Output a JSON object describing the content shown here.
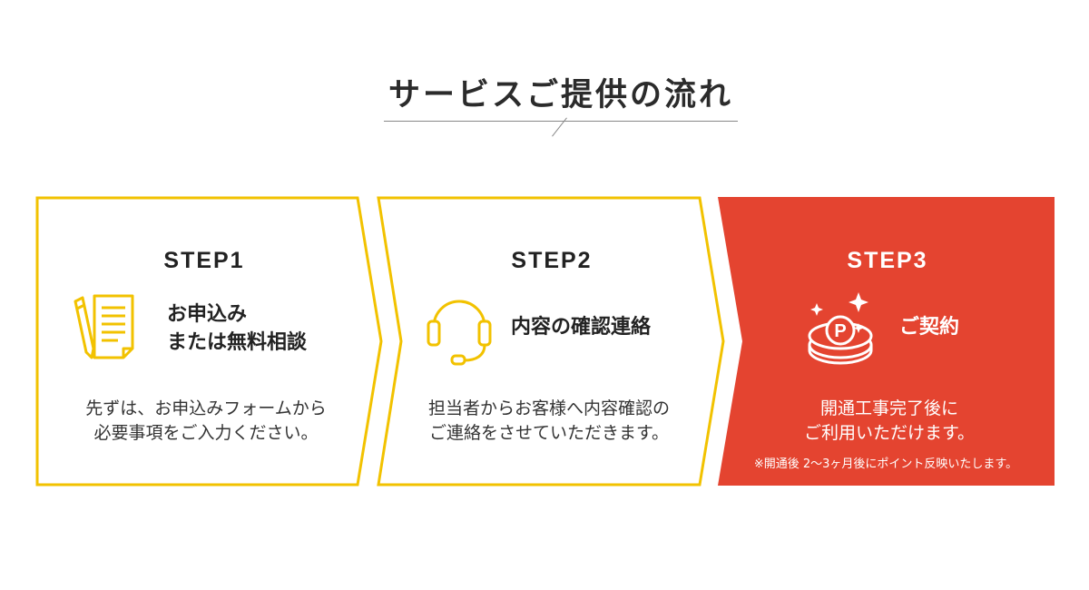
{
  "title": "サービスご提供の流れ",
  "colors": {
    "accent_yellow": "#f2c200",
    "accent_red": "#e44430",
    "text": "#222222"
  },
  "steps": [
    {
      "label": "STEP1",
      "icon": "document-pencil-icon",
      "heading_lines": [
        "お申込み",
        "または無料相談"
      ],
      "desc_lines": [
        "先ずは、お申込みフォームから",
        "必要事項をご入力ください。"
      ]
    },
    {
      "label": "STEP2",
      "icon": "headset-icon",
      "heading_lines": [
        "内容の確認連絡"
      ],
      "desc_lines": [
        "担当者からお客様へ内容確認の",
        "ご連絡をさせていただきます。"
      ]
    },
    {
      "label": "STEP3",
      "icon": "point-coin-icon",
      "heading_lines": [
        "ご契約"
      ],
      "desc_lines": [
        "開通工事完了後に",
        "ご利用いただけます。"
      ],
      "note": "※開通後 2〜3ヶ月後にポイント反映いたします。"
    }
  ]
}
